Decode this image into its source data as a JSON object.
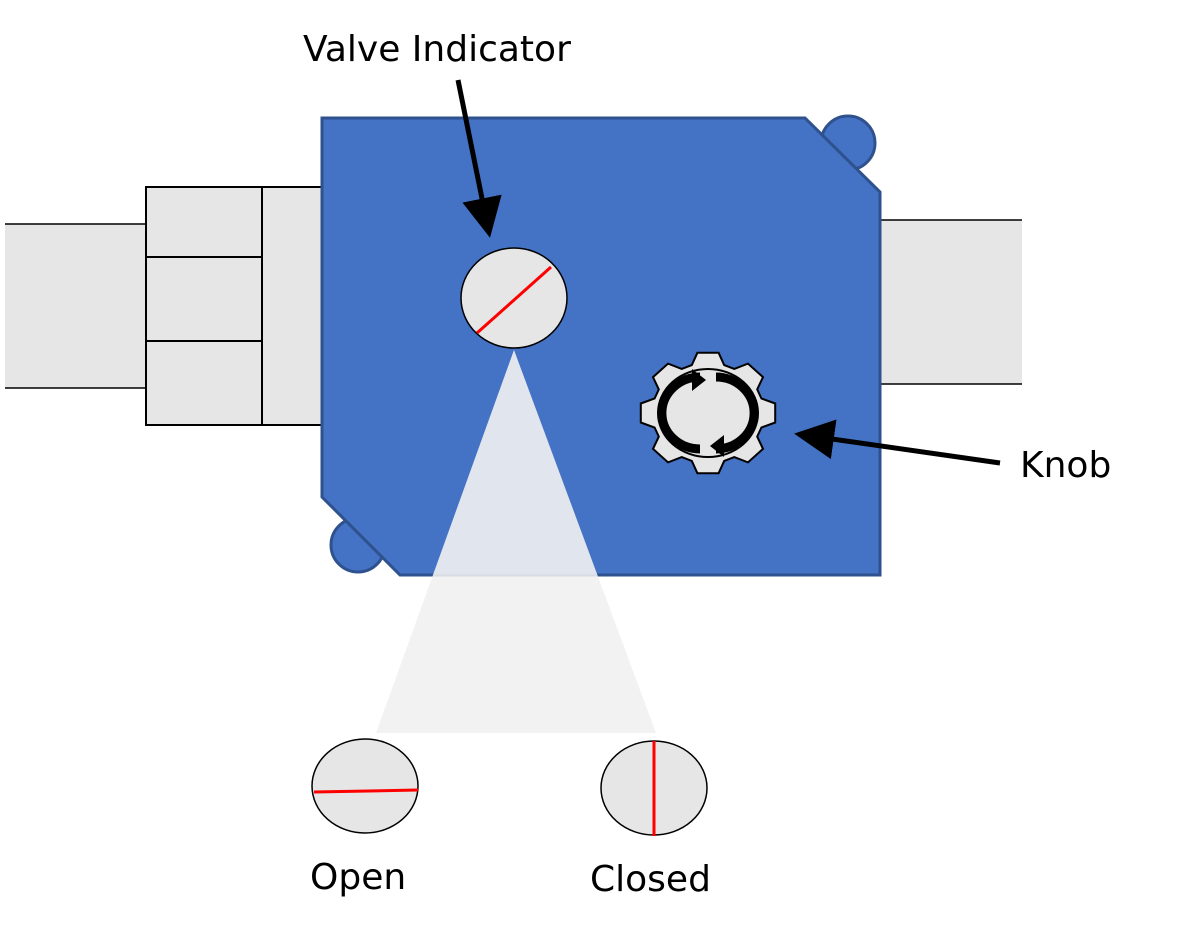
{
  "labels": {
    "valve_indicator": "Valve Indicator",
    "knob": "Knob",
    "open": "Open",
    "closed": "Closed"
  },
  "colors": {
    "body_fill": "#4472C4",
    "body_stroke": "#2F528F",
    "pipe_fill": "#E6E6E6",
    "indicator_line": "#FF0000",
    "cone_fill": "#F0F0F0"
  },
  "icons": {
    "knob": "gear-rotate-icon"
  }
}
